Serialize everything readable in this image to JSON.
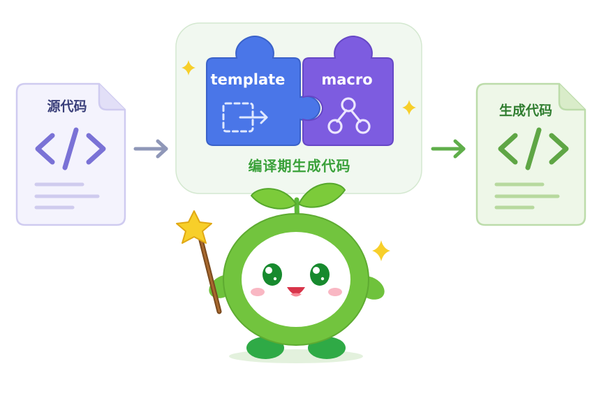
{
  "source": {
    "label": "源代码",
    "icon": "code-brackets-icon"
  },
  "output": {
    "label": "生成代码",
    "icon": "code-brackets-icon"
  },
  "compile_stage": {
    "label": "编译期生成代码",
    "pieces": [
      {
        "label": "template",
        "icon": "dashed-box-arrow-icon",
        "color": "#4a76e8"
      },
      {
        "label": "macro",
        "icon": "branch-nodes-icon",
        "color": "#7d5ce0"
      }
    ]
  },
  "mascot": {
    "icon": "sprout-mascot-with-star-wand-icon"
  },
  "colors": {
    "source": "#7a72d6",
    "output": "#5fae4a",
    "stage_bg": "#f1f8f0",
    "accent_yellow": "#f7cf2a"
  }
}
